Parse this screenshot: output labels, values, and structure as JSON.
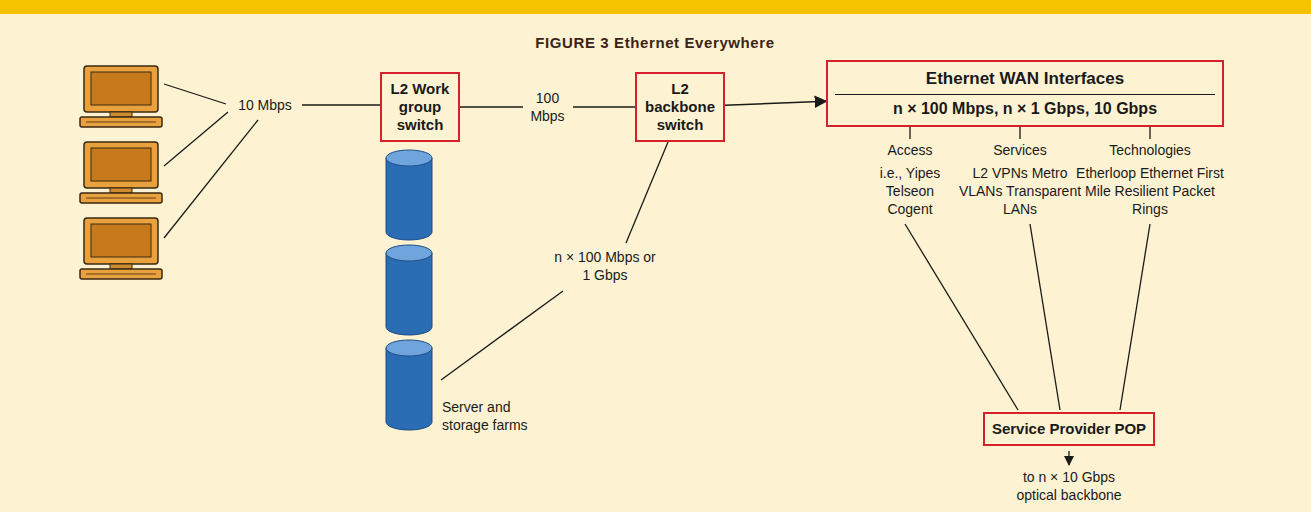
{
  "diagram": {
    "title": "FIGURE 3 Ethernet Everywhere",
    "nodes": [
      {
        "text": [
          "L2 Work group switch"
        ]
      },
      {
        "text": [
          "L2 backbone switch"
        ]
      },
      {
        "text": [
          "Ethernet WAN Interfaces",
          "n × 100 Mbps, n × 1 Gbps, 10 Gbps"
        ]
      },
      {
        "text": [
          "Service Provider POP"
        ]
      }
    ],
    "edges": [
      {
        "from": 0,
        "to": 1,
        "label": "100 Mbps",
        "arrow": "none"
      },
      {
        "from": 1,
        "to": 2,
        "arrow": "to"
      }
    ],
    "labels": [
      "10 Mbps",
      "n × 100 Mbps or 1 Gbps",
      "Server and storage farms",
      "Access",
      "i.e., Yipes Telseon Cogent",
      "Services",
      "L2 VPNs Metro VLANs Transparent LANs",
      "Technologies",
      "Etherloop Ethernet First Mile Resilient Packet Rings",
      "to n × 10 Gbps optical backbone"
    ]
  }
}
